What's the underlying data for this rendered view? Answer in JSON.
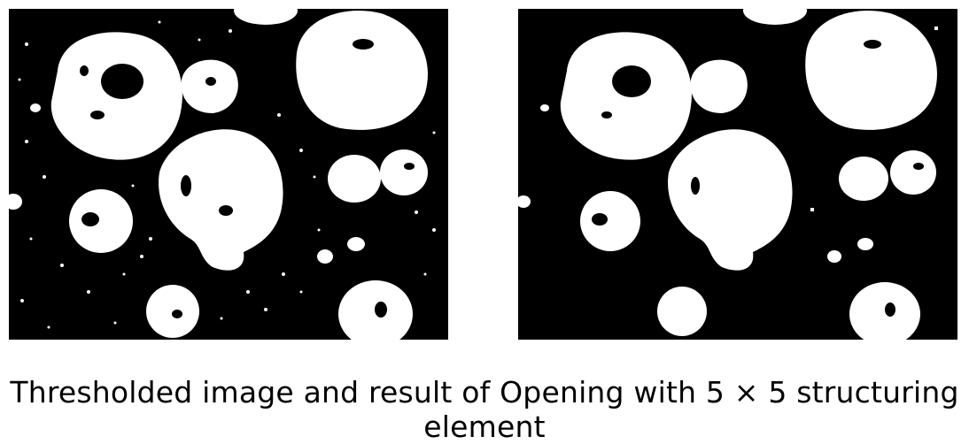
{
  "caption": "Thresholded image and result of Opening with 5 × 5 structuring element",
  "colors": {
    "foreground": "#ffffff",
    "background": "#000000"
  },
  "panels": [
    {
      "id": "thresholded",
      "noise": true
    },
    {
      "id": "opened",
      "noise": false
    }
  ]
}
